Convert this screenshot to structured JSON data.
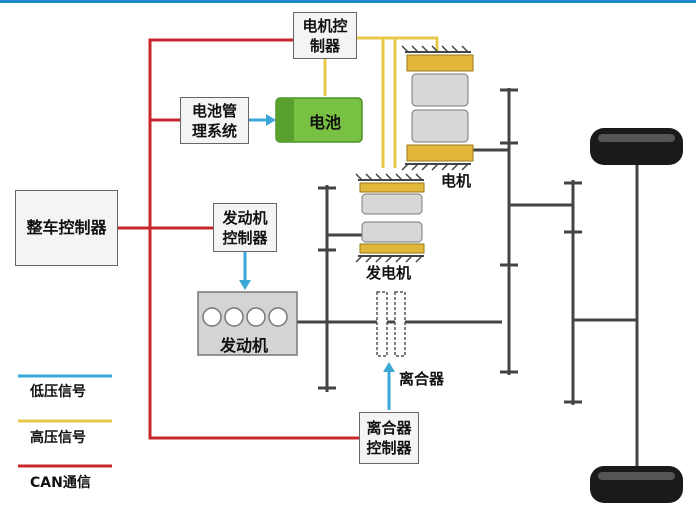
{
  "nodes": {
    "vcu": "整车控制器",
    "motor_ctrl": "电机控制器",
    "bms": "电池管理系统",
    "battery": "电池",
    "engine_ctrl": "发动机控制器",
    "engine": "发动机",
    "motor": "电机",
    "generator": "发电机",
    "clutch": "离合器",
    "clutch_ctrl": "离合器控制器"
  },
  "legend": [
    {
      "label": "低压信号",
      "color": "#3aa7d6"
    },
    {
      "label": "高压信号",
      "color": "#e8c84a"
    },
    {
      "label": "CAN通信",
      "color": "#c8282d"
    }
  ],
  "colors": {
    "can": "#c8282d",
    "low_voltage": "#3aa7d6",
    "high_voltage": "#e8c84a",
    "battery": "#79c143"
  }
}
